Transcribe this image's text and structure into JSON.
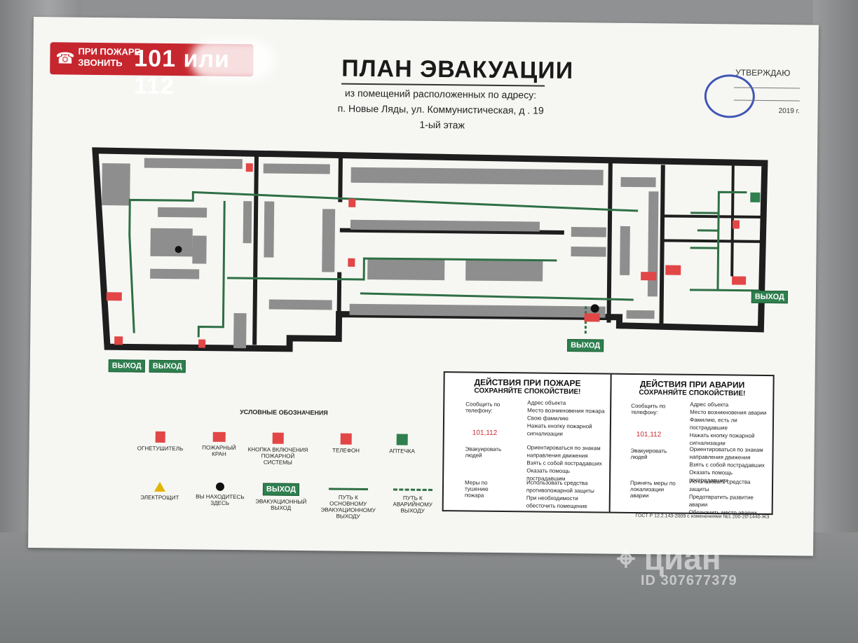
{
  "banner": {
    "line1": "ПРИ ПОЖАРЕ",
    "line2": "ЗВОНИТЬ",
    "numbers": "101 или 112"
  },
  "plan": {
    "title": "ПЛАН ЭВАКУАЦИИ",
    "sub1": "из помещений расположенных по адресу:",
    "sub2": "п. Новые Ляды, ул. Коммунистическая, д . 19",
    "floor": "1-ый этаж",
    "approve": "УТВЕРЖДАЮ",
    "year": "2019 г."
  },
  "exits": {
    "label": "ВЫХОД"
  },
  "fire_actions": {
    "title": "ДЕЙСТВИЯ ПРИ ПОЖАРЕ",
    "calm": "СОХРАНЯЙТЕ СПОКОЙСТВИЕ!",
    "s1": "Сообщить по телефону:",
    "s1_items": [
      "Адрес объекта",
      "Место возникновения пожара",
      "Свою фамилию",
      "Нажать кнопку пожарной сигнализации"
    ],
    "phone": "101,112",
    "s2": "Эвакуировать людей",
    "s2_items": [
      "Ориентироваться по знакам направления движения",
      "Взять с собой пострадавших",
      "Оказать помощь пострадавшим"
    ],
    "s3": "Меры по тушению пожара",
    "s3_items": [
      "Использовать средства противопожарной защиты",
      "При необходимости обесточить помещение"
    ]
  },
  "accident_actions": {
    "title": "ДЕЙСТВИЯ ПРИ АВАРИИ",
    "calm": "СОХРАНЯЙТЕ СПОКОЙСТВИЕ!",
    "s1": "Сообщить по телефону:",
    "s1_items": [
      "Адрес объекта",
      "Место возникновения аварии",
      "Фамилию, есть ли пострадавшие",
      "Нажать кнопку пожарной сигнализации"
    ],
    "phone": "101,112",
    "s2": "Эвакуировать людей",
    "s2_items": [
      "Ориентироваться по знакам направления движения",
      "Взять с собой пострадавших",
      "Оказать помощь пострадавшим"
    ],
    "s3": "Принять меры по локализации аварии",
    "s3_items": [
      "Использовать средства защиты",
      "Предотвратить развитие аварии",
      "Обозначить место аварии"
    ]
  },
  "gost": "ГОСТ Р 12.2.143-2009 с изменениями №1 200-20-1440-ЖЗ",
  "legend": {
    "title": "УСЛОВНЫЕ ОБОЗНАЧЕНИЯ",
    "items": [
      "ОГНЕТУШИТЕЛЬ",
      "ПОЖАРНЫЙ КРАН",
      "КНОПКА ВКЛЮЧЕНИЯ ПОЖАРНОЙ СИСТЕМЫ",
      "ТЕЛЕФОН",
      "АПТЕЧКА",
      "ЭЛЕКТРОЩИТ",
      "ВЫ НАХОДИТЕСЬ ЗДЕСЬ",
      "ЭВАКУАЦИОННЫЙ ВЫХОД",
      "ПУТЬ К ОСНОВНОМУ ЭВАКУАЦИОННОМУ ВЫХОДУ",
      "ПУТЬ К АВАРИЙНОМУ ВЫХОДУ"
    ]
  },
  "watermark": {
    "brand": "циан",
    "id": "ID 307677379"
  },
  "colors": {
    "red": "#c6262e",
    "green": "#2f7f4f",
    "path": "#2f6f45",
    "wall": "#1e1e1e",
    "furniture": "#8e8e8e"
  }
}
